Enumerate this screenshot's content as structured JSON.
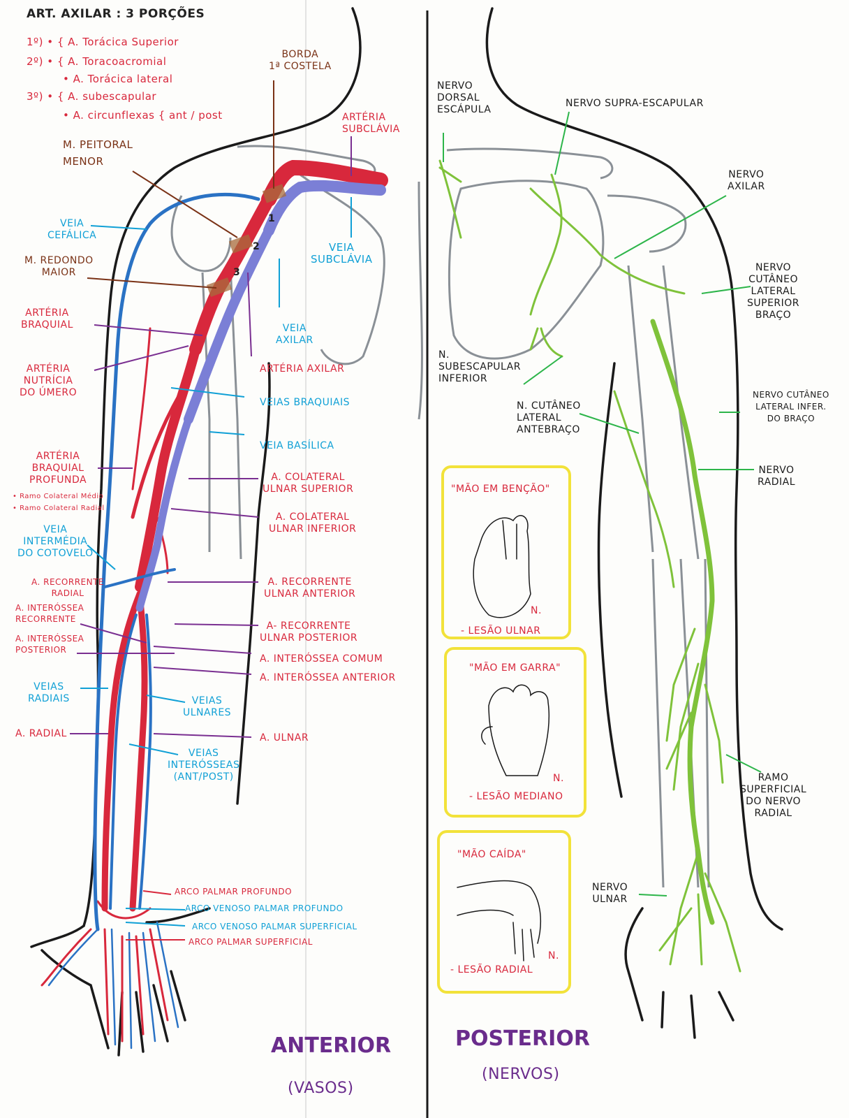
{
  "axillary_legend": {
    "title": "ART. AXILAR : 3 PORÇÕES",
    "lines": [
      "1º) • { A. Torácica Superior",
      "2º) • { A. Toracoacromial",
      "• A. Torácica lateral",
      "3º) • { A. subescapular",
      "• A. circunflexas { ant / post"
    ]
  },
  "anterior_labels": {
    "borda": "BORDA\n1ª COSTELA",
    "arteria_subclavia": "ARTÉRIA\nSUBCLÁVIA",
    "m_peitoral": "M. PEITORAL\nMENOR",
    "veia_cefalica": "VEIA\nCEFÁLICA",
    "m_redondo": "M. REDONDO\nMAIOR",
    "veia_subclavia": "VEIA\nSUBCLÁVIA",
    "arteria_braquial": "ARTÉRIA\nBRAQUIAL",
    "veia_axilar": "VEIA\nAXILAR",
    "arteria_nutricia": "ARTÉRIA\nNUTRÍCIA\nDO ÚMERO",
    "arteria_axilar": "ARTÉRIA AXILAR",
    "veias_braquiais": "VEIAS BRAQUIAIS",
    "veia_basilica": "VEIA BASÍLICA",
    "arteria_braquial_profunda": "ARTÉRIA\nBRAQUIAL\nPROFUNDA",
    "ramo_medio": "• Ramo Colateral Médio",
    "ramo_radial": "• Ramo Colateral Radial",
    "colateral_superior": "A. COLATERAL\nULNAR SUPERIOR",
    "colateral_inferior": "A. COLATERAL\nULNAR INFERIOR",
    "veia_intermedia": "VEIA\nINTERMÉDIA\nDO COTOVELO",
    "a_recorrente_radial": "A. RECORRENTE\nRADIAL",
    "recorrente_ulnar_anterior": "A. RECORRENTE\nULNAR ANTERIOR",
    "interossea_recorrente": "A. INTERÓSSEA\nRECORRENTE",
    "recorrente_ulnar_posterior": "A- RECORRENTE\nULNAR POSTERIOR",
    "interossea_posterior": "A. INTERÓSSEA\nPOSTERIOR",
    "interossea_comum": "A. INTERÓSSEA COMUM",
    "interossea_anterior": "A. INTERÓSSEA ANTERIOR",
    "veias_radiais": "VEIAS\nRADIAIS",
    "veias_ulnares": "VEIAS\nULNARES",
    "a_radial": "A. RADIAL",
    "a_ulnar": "A. ULNAR",
    "veias_interosseas": "VEIAS\nINTERÓSSEAS\n(ANT/POST)",
    "arco_palmar_profundo": "ARCO PALMAR PROFUNDO",
    "arco_venoso_profundo": "ARCO VENOSO PALMAR PROFUNDO",
    "arco_venoso_superficial": "ARCO VENOSO PALMAR SUPERFICIAL",
    "arco_palmar_superficial": "ARCO PALMAR SUPERFICIAL",
    "numbers": [
      "1",
      "2",
      "3"
    ]
  },
  "posterior_labels": {
    "nervo_dorsal": "NERVO\nDORSAL\nESCÁPULA",
    "nervo_supra": "NERVO SUPRA-ESCAPULAR",
    "nervo_axilar": "NERVO\nAXILAR",
    "cutaneo_lateral_superior": "NERVO\nCUTÂNEO\nLATERAL\nSUPERIOR\nBRAÇO",
    "subescapular_inferior": "N.\nSUBESCAPULAR\nINFERIOR",
    "cutaneo_lateral_inferior": "NERVO CUTÂNEO\nLATERAL INFER.\nDO BRAÇO",
    "n_cutaneo_antebraco": "N. CUTÂNEO\nLATERAL\nANTEBRAÇO",
    "nervo_radial": "NERVO\nRADIAL",
    "ramo_superficial": "RAMO\nSUPERFICIAL\nDO NERVO\nRADIAL",
    "nervo_ulnar": "NERVO\nULNAR"
  },
  "boxes": [
    {
      "title": "\"MÃO EM BENÇÃO\"",
      "caption": "- LESÃO ULNAR",
      "n": "N."
    },
    {
      "title": "\"MÃO EM GARRA\"",
      "caption": "- LESÃO MEDIANO",
      "n": "N."
    },
    {
      "title": "\"MÃO CAÍDA\"",
      "caption": "- LESÃO RADIAL",
      "n": "N."
    }
  ],
  "footer": {
    "anterior": "ANTERIOR",
    "anterior_sub": "(VASOS)",
    "posterior": "POSTERIOR",
    "posterior_sub": "(NERVOS)"
  },
  "colors": {
    "artery": "#d8283c",
    "vein": "#2a72c4",
    "vein_light": "#7b7fd6",
    "nerve": "#7fc23a",
    "outline": "#1a1a1a",
    "bone": "#8a9096",
    "box": "#f2e23a"
  }
}
